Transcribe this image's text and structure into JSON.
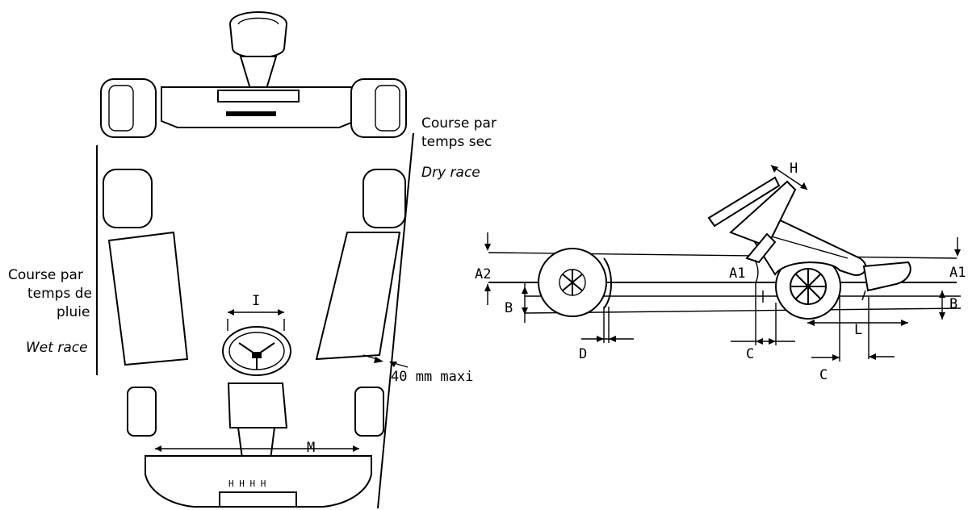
{
  "labels": {
    "dry_line1": "Course par",
    "dry_line2": "temps sec",
    "dry_en": "Dry race",
    "wet_line1": "Course par",
    "wet_line2": "temps de",
    "wet_line3": "pluie",
    "wet_en": "Wet race",
    "offset_note": "40 mm maxi"
  },
  "dimensions": {
    "I": "I",
    "M": "M",
    "H": "H",
    "A1_left": "A1",
    "A1_right": "A1",
    "A2": "A2",
    "B_left": "B",
    "B_right": "B",
    "C_upper": "C",
    "C_lower": "C",
    "D": "D",
    "L": "L"
  }
}
